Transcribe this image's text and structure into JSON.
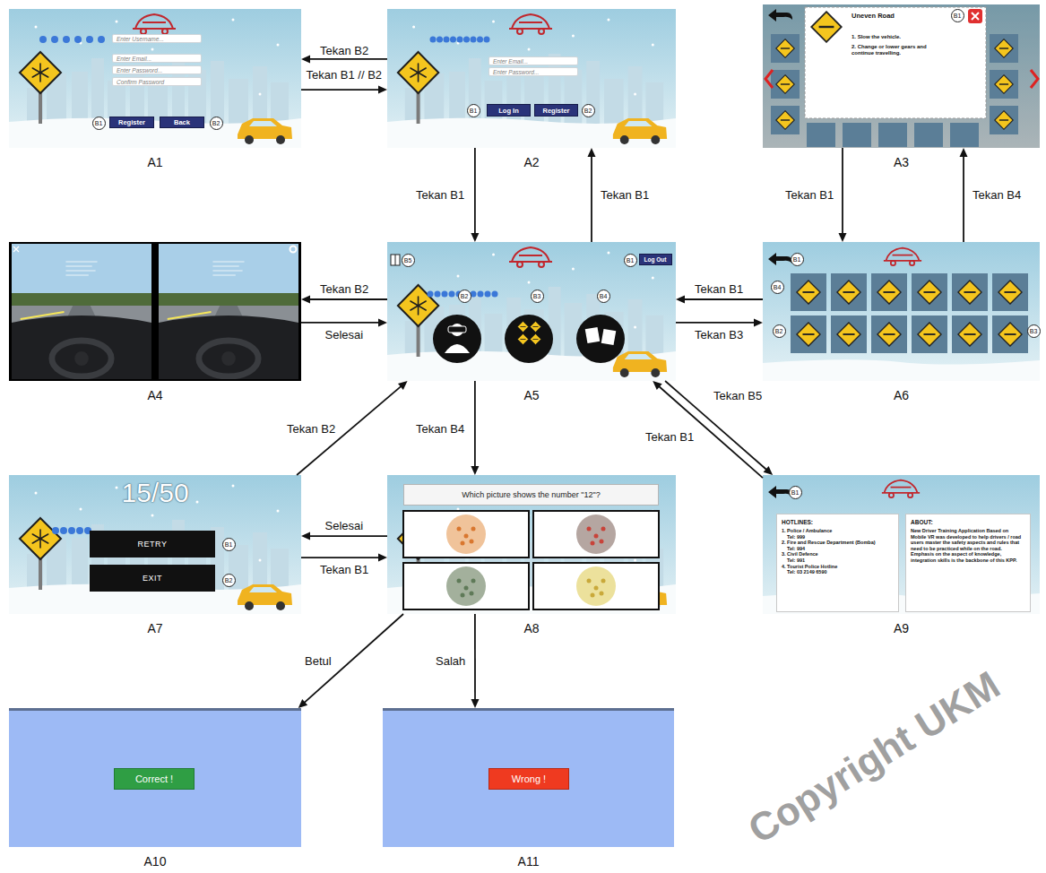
{
  "diagram": {
    "nodes": [
      {
        "text": [
          "A1"
        ]
      },
      {
        "text": [
          "Enter Username..."
        ],
        "in": 0
      },
      {
        "text": [
          "Enter Email..."
        ],
        "in": 0
      },
      {
        "text": [
          "Enter Password..."
        ],
        "in": 0
      },
      {
        "text": [
          "Confirm Password"
        ],
        "in": 0
      },
      {
        "text": [
          "Register"
        ],
        "in": 0
      },
      {
        "text": [
          "Back"
        ],
        "in": 0
      },
      {
        "text": [
          "A2"
        ]
      },
      {
        "text": [
          "Enter Email..."
        ],
        "in": 7
      },
      {
        "text": [
          "Enter Password..."
        ],
        "in": 7
      },
      {
        "text": [
          "Log In"
        ],
        "in": 7
      },
      {
        "text": [
          "Register"
        ],
        "in": 7
      },
      {
        "text": [
          "A3"
        ]
      },
      {
        "text": [
          "Uneven Road",
          "1. Slow the vehicle.",
          "2. Change or lower gears and continue travelling."
        ],
        "in": 12
      },
      {
        "text": [
          "A4"
        ]
      },
      {
        "text": [
          "A5"
        ]
      },
      {
        "text": [
          "Log Out"
        ],
        "in": 15
      },
      {
        "text": [
          "A6"
        ]
      },
      {
        "text": [
          "A7"
        ]
      },
      {
        "text": [
          "RETRY"
        ],
        "in": 18
      },
      {
        "text": [
          "EXIT"
        ],
        "in": 18
      },
      {
        "text": [
          "A8"
        ]
      },
      {
        "text": [
          "Which picture shows the number \"12\"?"
        ],
        "in": 21
      },
      {
        "text": [
          "A9"
        ]
      },
      {
        "text": [
          "HOTLINES:",
          "1. Police / Ambulance",
          "Tel: 999",
          "2. Fire and Rescue Department (Bomba)",
          "Tel: 994",
          "3. Civil Defence",
          "Tel: 991",
          "4. Tourist Police Hotline",
          "Tel: 03 2149 6590"
        ],
        "in": 23
      },
      {
        "text": [
          "ABOUT:",
          "New Driver Training Application Based on Mobile VR was developed to help drivers / road users master the safety aspects and rules that need to be practiced while on the road. Emphasis on the aspect of knowledge, integration skills is the backbone of this KPP."
        ],
        "in": 23
      },
      {
        "text": [
          "A10"
        ]
      },
      {
        "text": [
          "Correct !"
        ],
        "in": 26
      },
      {
        "text": [
          "A11"
        ]
      },
      {
        "text": [
          "Wrong !"
        ],
        "in": 28
      }
    ],
    "edges": [
      {
        "from": 7,
        "to": 0,
        "label": "Tekan B2",
        "arrow": "to"
      },
      {
        "from": 0,
        "to": 7,
        "label": "Tekan B1 // B2",
        "arrow": "to"
      },
      {
        "from": 7,
        "to": 15,
        "label": "Tekan B1",
        "arrow": "to"
      },
      {
        "from": 15,
        "to": 7,
        "label": "Tekan B1",
        "arrow": "to"
      },
      {
        "from": 12,
        "to": 17,
        "label": "Tekan B1",
        "arrow": "to"
      },
      {
        "from": 17,
        "to": 12,
        "label": "Tekan B4",
        "arrow": "to"
      },
      {
        "from": 15,
        "to": 14,
        "label": "Tekan B2",
        "arrow": "to"
      },
      {
        "from": 14,
        "to": 15,
        "label": "Selesai",
        "arrow": "to"
      },
      {
        "from": 17,
        "to": 15,
        "label": "Tekan B1",
        "arrow": "to"
      },
      {
        "from": 15,
        "to": 17,
        "label": "Tekan B3",
        "arrow": "to"
      },
      {
        "from": 18,
        "to": 15,
        "label": "Tekan B2",
        "arrow": "to"
      },
      {
        "from": 15,
        "to": 21,
        "label": "Tekan B4",
        "arrow": "to"
      },
      {
        "from": 15,
        "to": 23,
        "label": "Tekan B5",
        "arrow": "to"
      },
      {
        "from": 23,
        "to": 15,
        "label": "Tekan B1",
        "arrow": "to"
      },
      {
        "from": 21,
        "to": 18,
        "label": "Selesai",
        "arrow": "to"
      },
      {
        "from": 18,
        "to": 21,
        "label": "Tekan B1",
        "arrow": "to"
      },
      {
        "from": 21,
        "to": 26,
        "label": "Betul",
        "arrow": "to"
      },
      {
        "from": 21,
        "to": 28,
        "label": "Salah",
        "arrow": "to"
      }
    ],
    "labels": [
      "B1",
      "B2",
      "B1",
      "B2",
      "B1",
      "B5",
      "B1",
      "B2",
      "B3",
      "B4",
      "B1",
      "B4",
      "B2",
      "B3",
      "15/50",
      "B1",
      "B2",
      "B1",
      "Copyright UKM"
    ]
  }
}
